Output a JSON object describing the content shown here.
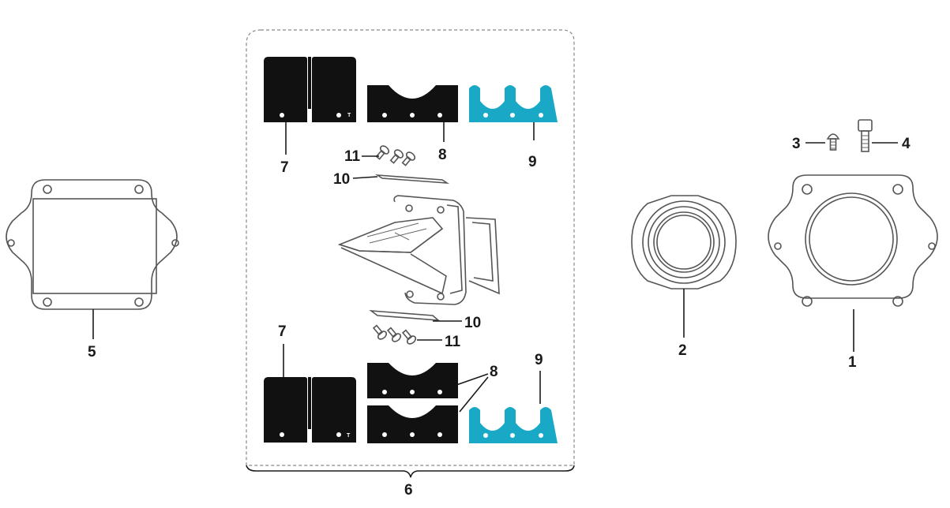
{
  "colors": {
    "ink": "#1a1a1a",
    "reed_black": "#111111",
    "stopper_cyan": "#1aa8c7",
    "outline": "#555555",
    "dashed_box": "#888888"
  },
  "callouts": {
    "item_1": "1",
    "item_2": "2",
    "item_3": "3",
    "item_4": "4",
    "item_5": "5",
    "item_6": "6",
    "item_7_top": "7",
    "item_7_bottom": "7",
    "item_8_top": "8",
    "item_8_bottom": "8",
    "item_9_top": "9",
    "item_9_bottom": "9",
    "item_10_top": "10",
    "item_10_bottom": "10",
    "item_11_top": "11",
    "item_11_bottom": "11"
  },
  "reed_petal_marks": {
    "top": "T",
    "bottom": "T"
  }
}
